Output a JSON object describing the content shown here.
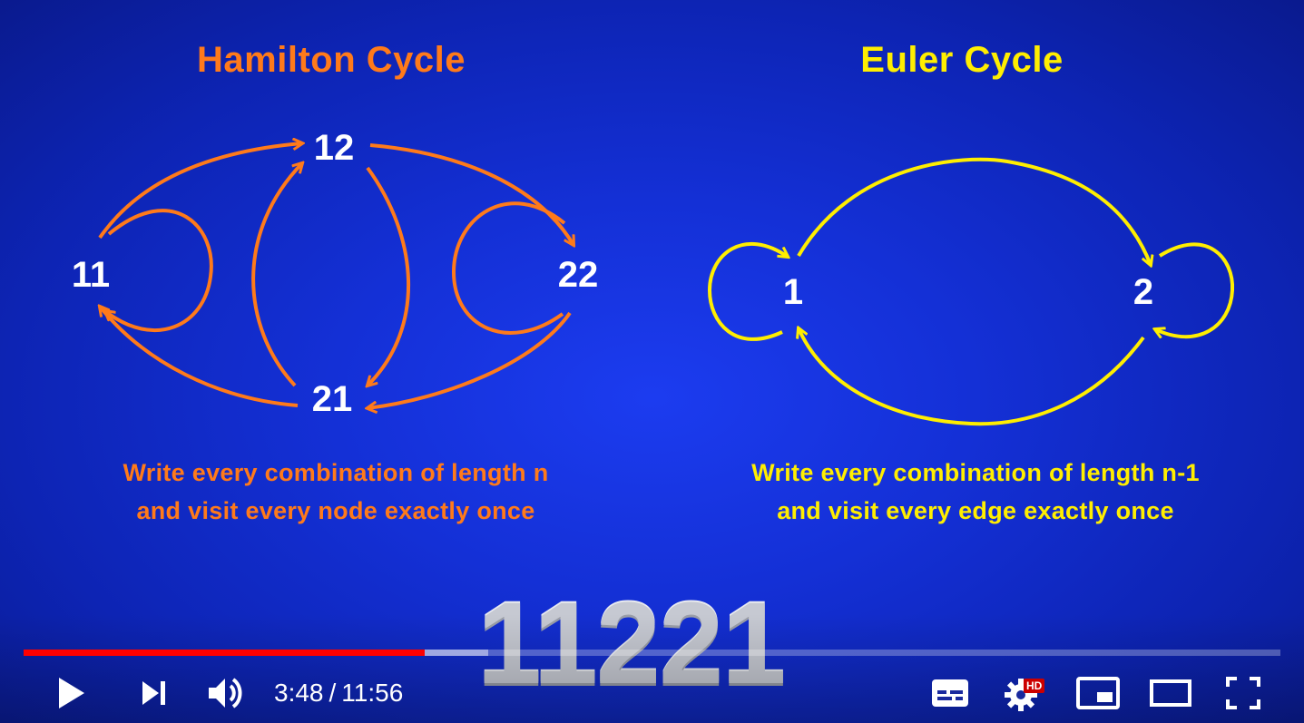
{
  "slide": {
    "hamilton": {
      "title": "Hamilton Cycle",
      "color": "#ff7a1a",
      "nodes": {
        "n11": "11",
        "n12": "12",
        "n21": "21",
        "n22": "22"
      },
      "caption_line1": "Write every combination of length n",
      "caption_line2": "and visit every node exactly once"
    },
    "euler": {
      "title": "Euler Cycle",
      "color": "#ffee00",
      "nodes": {
        "n1": "1",
        "n2": "2"
      },
      "caption_line1": "Write every combination of length n-1",
      "caption_line2": "and visit every edge exactly once"
    },
    "sequence": "11221"
  },
  "player": {
    "current_time": "3:48",
    "separator": "/",
    "duration": "11:56",
    "progress_played_fraction": 0.319,
    "progress_buffered_fraction": 0.37,
    "hd_badge": "HD",
    "play_color": "#ff0000",
    "icons": {
      "play": "play-icon",
      "next": "next-icon",
      "volume": "volume-icon",
      "subtitles": "subtitles-icon",
      "settings": "gear-icon",
      "miniplayer": "miniplayer-icon",
      "theater": "theater-icon",
      "fullscreen": "fullscreen-icon"
    }
  }
}
